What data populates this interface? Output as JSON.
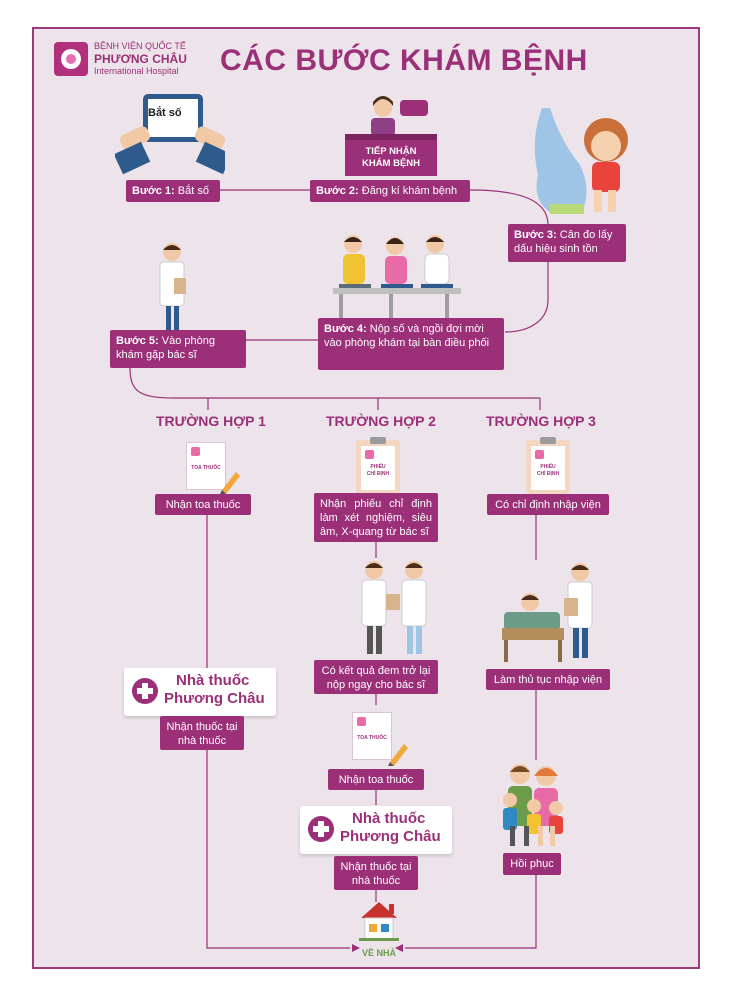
{
  "logo": {
    "line1": "BỆNH VIỆN QUỐC TẾ",
    "line2": "PHƯƠNG CHÂU",
    "line3": "International Hospital"
  },
  "title": "CÁC BƯỚC KHÁM BỆNH",
  "steps": {
    "s1": {
      "label": "Bước 1:",
      "text": "Bắt số"
    },
    "s2": {
      "label": "Bước 2:",
      "text": "Đăng kí khám bệnh"
    },
    "s3": {
      "label": "Bước 3:",
      "text": "Cân đo lấy dấu hiệu sinh tồn"
    },
    "s4": {
      "label": "Bước 4:",
      "text": "Nộp số và ngồi đợi mời vào phòng khám tại bàn điều phối"
    },
    "s5": {
      "label": "Bước 5:",
      "text": "Vào phòng khám gặp bác sĩ"
    }
  },
  "illustrations": {
    "tablet_text": "Bắt số",
    "desk_line1": "TIẾP NHẬN",
    "desk_line2": "KHÁM BỆNH",
    "rx_label": "TOA THUỐC",
    "order_label_1": "PHIẾU",
    "order_label_2": "CHỈ ĐỊNH"
  },
  "cases": {
    "c1": {
      "title": "TRƯỜNG HỢP 1",
      "step1": "Nhận toa thuốc",
      "pharmacy_1": "Nhà thuốc",
      "pharmacy_2": "Phương Châu",
      "step2": "Nhận thuốc tại nhà thuốc"
    },
    "c2": {
      "title": "TRƯỜNG HỢP 2",
      "step1": "Nhận phiếu chỉ định làm xét nghiệm, siêu âm, X-quang từ bác sĩ",
      "step2": "Có kết quả đem trở lại nộp ngay cho bác sĩ",
      "step3": "Nhận toa thuốc",
      "pharmacy_1": "Nhà thuốc",
      "pharmacy_2": "Phương Châu",
      "step4": "Nhận thuốc tại nhà thuốc"
    },
    "c3": {
      "title": "TRƯỜNG HỢP 3",
      "step1": "Có chỉ định nhập viện",
      "step2": "Làm thủ tục nhập viện",
      "step3": "Hồi phục"
    }
  },
  "home": "VỀ NHÀ",
  "colors": {
    "accent": "#9b2f78",
    "background": "#ece4ea",
    "line": "#9b2f78"
  }
}
